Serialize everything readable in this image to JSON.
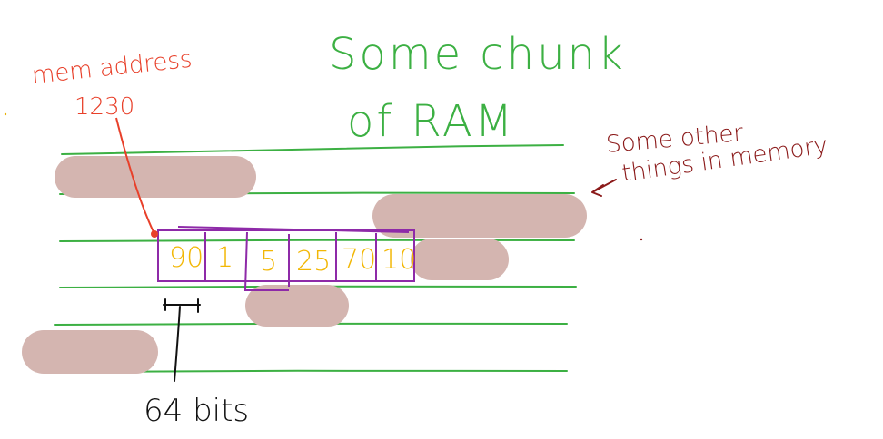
{
  "title": {
    "line1": "Some chunk",
    "line2": "of RAM"
  },
  "address_label": {
    "line1": "mem address",
    "line2": "1230"
  },
  "other_label": {
    "line1": "Some other",
    "line2": "things in memory"
  },
  "array_values": [
    "90",
    "1",
    "5",
    "25",
    "70",
    "10"
  ],
  "size_label": "64 bits",
  "colors": {
    "memory_lines": "#3cb043",
    "occupied_blocks": "#d4b5b0",
    "array_outline": "#8e2aa8",
    "array_values": "#f2b705",
    "address_annotation": "#e8402a",
    "other_annotation": "#8b1a1a"
  }
}
